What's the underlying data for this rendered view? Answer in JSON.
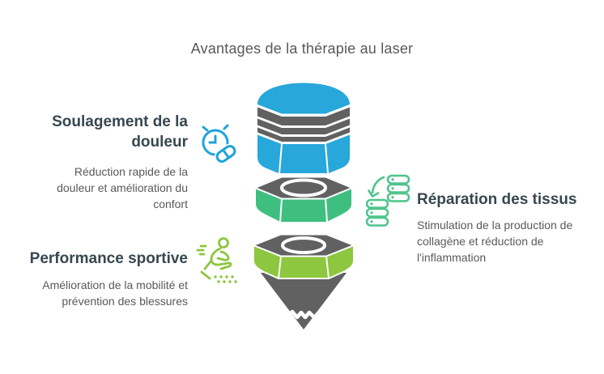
{
  "title": "Avantages de la thérapie au laser",
  "colors": {
    "segment_blue": "#28A7DA",
    "segment_green": "#3FBF7F",
    "segment_lime": "#8DC63F",
    "funnel_gray": "#616161",
    "heading_text": "#37474F",
    "body_text": "#58595B",
    "icon_blue": "#1FA3DC",
    "icon_green": "#4FC48C",
    "icon_lime": "#8DC63F"
  },
  "benefits": [
    {
      "id": "pain-relief",
      "heading": "Soulagement de la douleur",
      "description": "Réduction rapide de la douleur et amélioration du confort",
      "icon": "alarm-clock-pill-icon",
      "side": "left",
      "color": "#28A7DA"
    },
    {
      "id": "tissue-repair",
      "heading": "Réparation des tissus",
      "description": "Stimulation de la production de collagène et réduction de l'inflammation",
      "icon": "stacked-discs-transfer-icon",
      "side": "right",
      "color": "#3FBF7F"
    },
    {
      "id": "sports-performance",
      "heading": "Performance sportive",
      "description": "Amélioration de la mobilité et prévention des blessures",
      "icon": "running-person-icon",
      "side": "left",
      "color": "#8DC63F"
    }
  ],
  "funnel": {
    "type": "layered-funnel",
    "segments": [
      {
        "benefit": "pain-relief",
        "color": "#28A7DA"
      },
      {
        "benefit": "tissue-repair",
        "color": "#3FBF7F"
      },
      {
        "benefit": "sports-performance",
        "color": "#8DC63F"
      }
    ],
    "spout_color": "#616161"
  }
}
